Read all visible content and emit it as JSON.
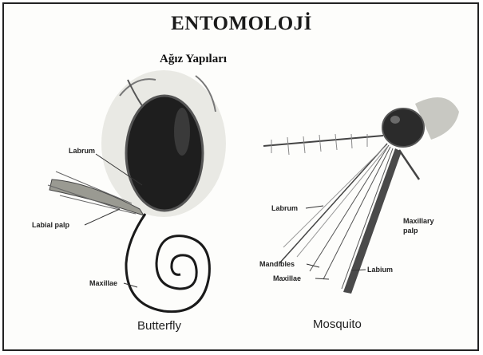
{
  "slide": {
    "title": "ENTOMOLOJİ",
    "subtitle": "Ağız Yapıları"
  },
  "butterfly": {
    "caption": "Butterfly",
    "labels": {
      "labrum": "Labrum",
      "labial_palp": "Labial palp",
      "maxillae": "Maxillae"
    }
  },
  "mosquito": {
    "caption": "Mosquito",
    "labels": {
      "labrum": "Labrum",
      "maxillary_palp_line1": "Maxillary",
      "maxillary_palp_line2": "palp",
      "mandibles": "Mandibles",
      "labium": "Labium",
      "maxillae": "Maxillae"
    }
  }
}
